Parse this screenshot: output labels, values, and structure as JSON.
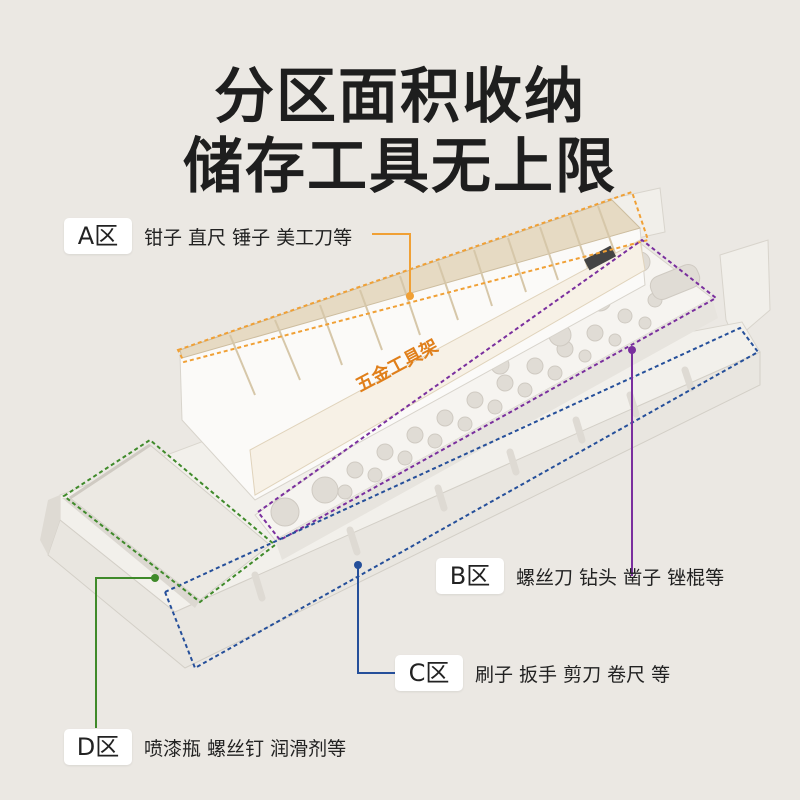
{
  "headline": {
    "line1": "分区面积收纳",
    "line2": "储存工具无上限"
  },
  "product": {
    "label": "五金工具架"
  },
  "zones": {
    "a": {
      "badge": "A区",
      "items": "钳子 直尺 锤子 美工刀等",
      "color": "#f0a035"
    },
    "b": {
      "badge": "B区",
      "items": "螺丝刀 钻头 凿子 锉棍等",
      "color": "#7a2f9e"
    },
    "c": {
      "badge": "C区",
      "items": "刷子 扳手 剪刀 卷尺 等",
      "color": "#254f9a"
    },
    "d": {
      "badge": "D区",
      "items": "喷漆瓶 螺丝钉 润滑剂等",
      "color": "#3f8a2a"
    }
  },
  "colors": {
    "background": "#ebe8e3",
    "shelf": "#f3f1ec",
    "compartment": "#e6dac3"
  }
}
